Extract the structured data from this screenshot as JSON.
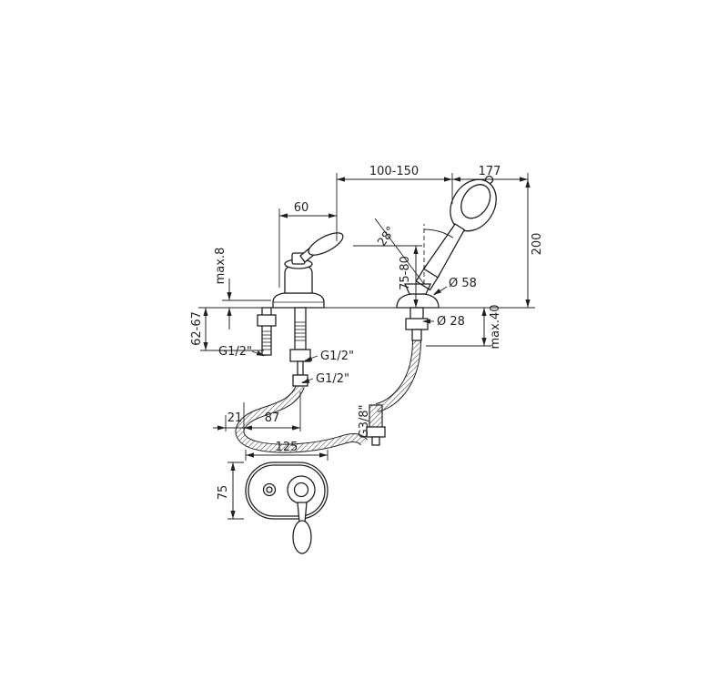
{
  "drawing": {
    "title": "bath-mixer-with-handshower-dimension-drawing",
    "colors": {
      "line": "#231f20",
      "background": "#ffffff"
    },
    "labels": {
      "span_total": "100-150",
      "span_shower": "177",
      "spout_reach": "60",
      "handle_angle": "28°",
      "shower_height": "200",
      "plate_max": "max.8",
      "spout_height": "75-80",
      "escutcheon_dia": "Ø 58",
      "body_clamp": "62-67",
      "hole_dia": "Ø 28",
      "deck_max": "max.40",
      "thread_left": "G1/2\"",
      "thread_center": "G1/2\"",
      "thread_hose": "G1/2\"",
      "off_21": "21",
      "off_87": "87",
      "thread_shower_hose": "G3/8\"",
      "plate_width": "125",
      "plate_height": "75"
    }
  }
}
